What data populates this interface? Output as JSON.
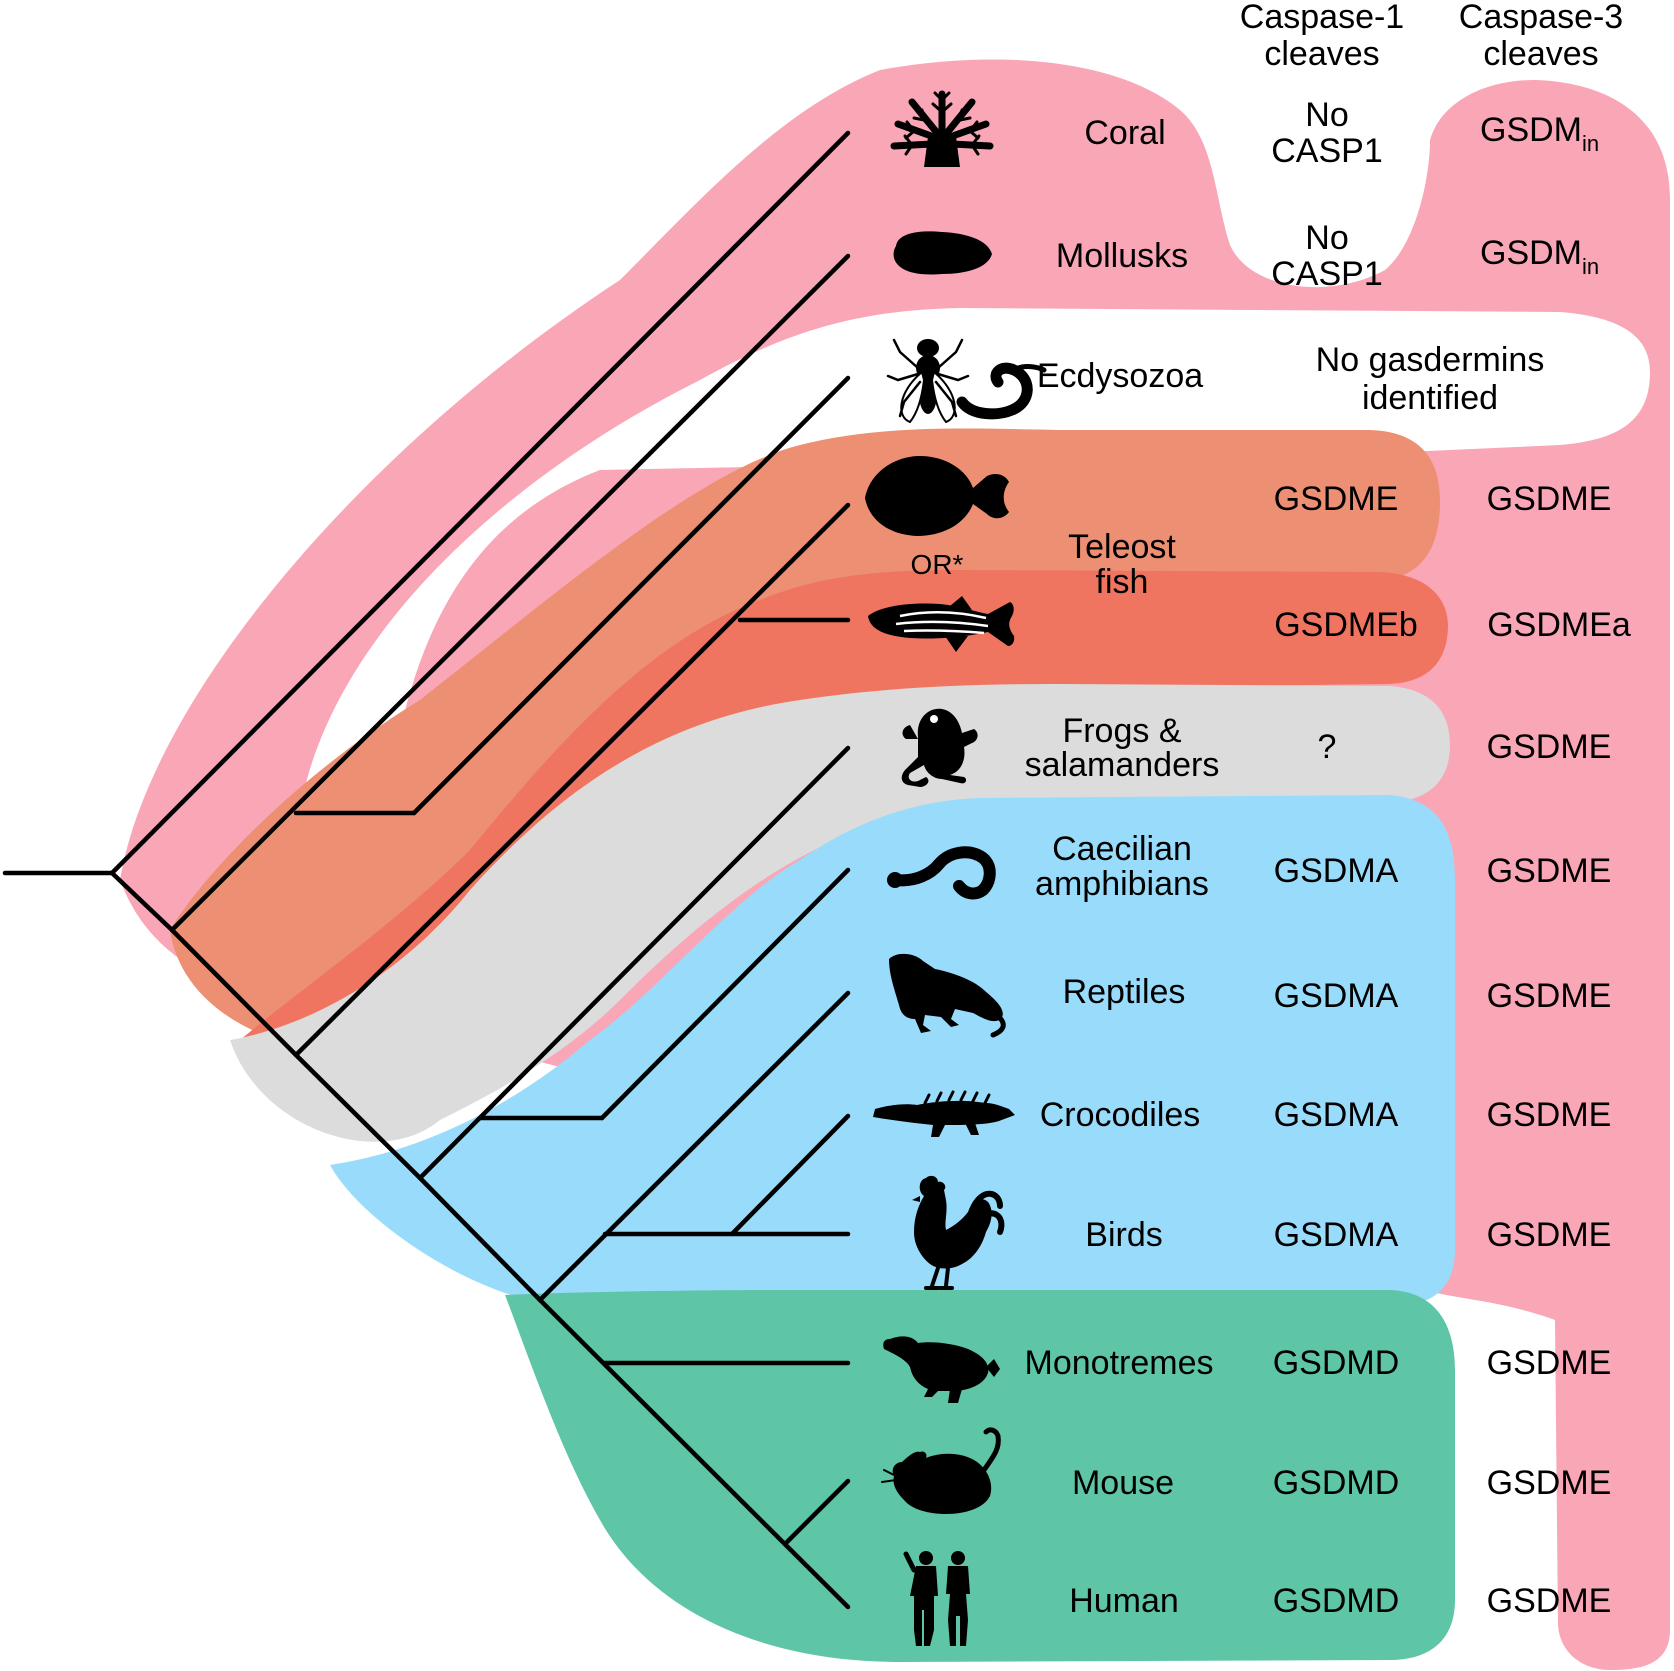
{
  "headers": {
    "caspase1": [
      "Caspase-1",
      "cleaves"
    ],
    "caspase3": [
      "Caspase-3",
      "cleaves"
    ]
  },
  "colors": {
    "pink": "#f9a6b7",
    "white": "#ffffff",
    "orange": "#ec8f72",
    "red": "#f07560",
    "grey": "#dcdcdc",
    "blue": "#99dbfb",
    "green": "#5fc5a7",
    "line": "#000000"
  },
  "or_label": "OR*",
  "taxa": [
    {
      "id": "coral",
      "label": [
        "Coral"
      ],
      "icon": "coral-icon",
      "casp1": [
        "No",
        "CASP1"
      ],
      "casp3": "GSDM",
      "casp3_sub": "in"
    },
    {
      "id": "mollusks",
      "label": [
        "Mollusks"
      ],
      "icon": "mollusk-icon",
      "casp1": [
        "No",
        "CASP1"
      ],
      "casp3": "GSDM",
      "casp3_sub": "in"
    },
    {
      "id": "ecdysozoa",
      "label": [
        "Ecdysozoa"
      ],
      "icon": "fly-worm-icon",
      "note": [
        "No gasdermins",
        "identified"
      ]
    },
    {
      "id": "flatfish",
      "label": [],
      "icon": "flatfish-icon",
      "casp1": [
        "GSDME"
      ],
      "casp3": "GSDME"
    },
    {
      "id": "zebrafish",
      "label": [
        "Teleost",
        "fish"
      ],
      "icon": "zebrafish-icon",
      "casp1": [
        "GSDMEb"
      ],
      "casp3": "GSDMEa"
    },
    {
      "id": "frogs",
      "label": [
        "Frogs &",
        "salamanders"
      ],
      "icon": "frog-icon",
      "casp1": [
        "?"
      ],
      "casp3": "GSDME"
    },
    {
      "id": "caecilians",
      "label": [
        "Caecilian",
        "amphibians"
      ],
      "icon": "caecilian-icon",
      "casp1": [
        "GSDMA"
      ],
      "casp3": "GSDME"
    },
    {
      "id": "reptiles",
      "label": [
        "Reptiles"
      ],
      "icon": "lizard-icon",
      "casp1": [
        "GSDMA"
      ],
      "casp3": "GSDME"
    },
    {
      "id": "crocodiles",
      "label": [
        "Crocodiles"
      ],
      "icon": "crocodile-icon",
      "casp1": [
        "GSDMA"
      ],
      "casp3": "GSDME"
    },
    {
      "id": "birds",
      "label": [
        "Birds"
      ],
      "icon": "rooster-icon",
      "casp1": [
        "GSDMA"
      ],
      "casp3": "GSDME"
    },
    {
      "id": "monotremes",
      "label": [
        "Monotremes"
      ],
      "icon": "platypus-icon",
      "casp1": [
        "GSDMD"
      ],
      "casp3": "GSDME"
    },
    {
      "id": "mouse",
      "label": [
        "Mouse"
      ],
      "icon": "mouse-icon",
      "casp1": [
        "GSDMD"
      ],
      "casp3": "GSDME"
    },
    {
      "id": "human",
      "label": [
        "Human"
      ],
      "icon": "human-icon",
      "casp1": [
        "GSDMD"
      ],
      "casp3": "GSDME"
    }
  ]
}
